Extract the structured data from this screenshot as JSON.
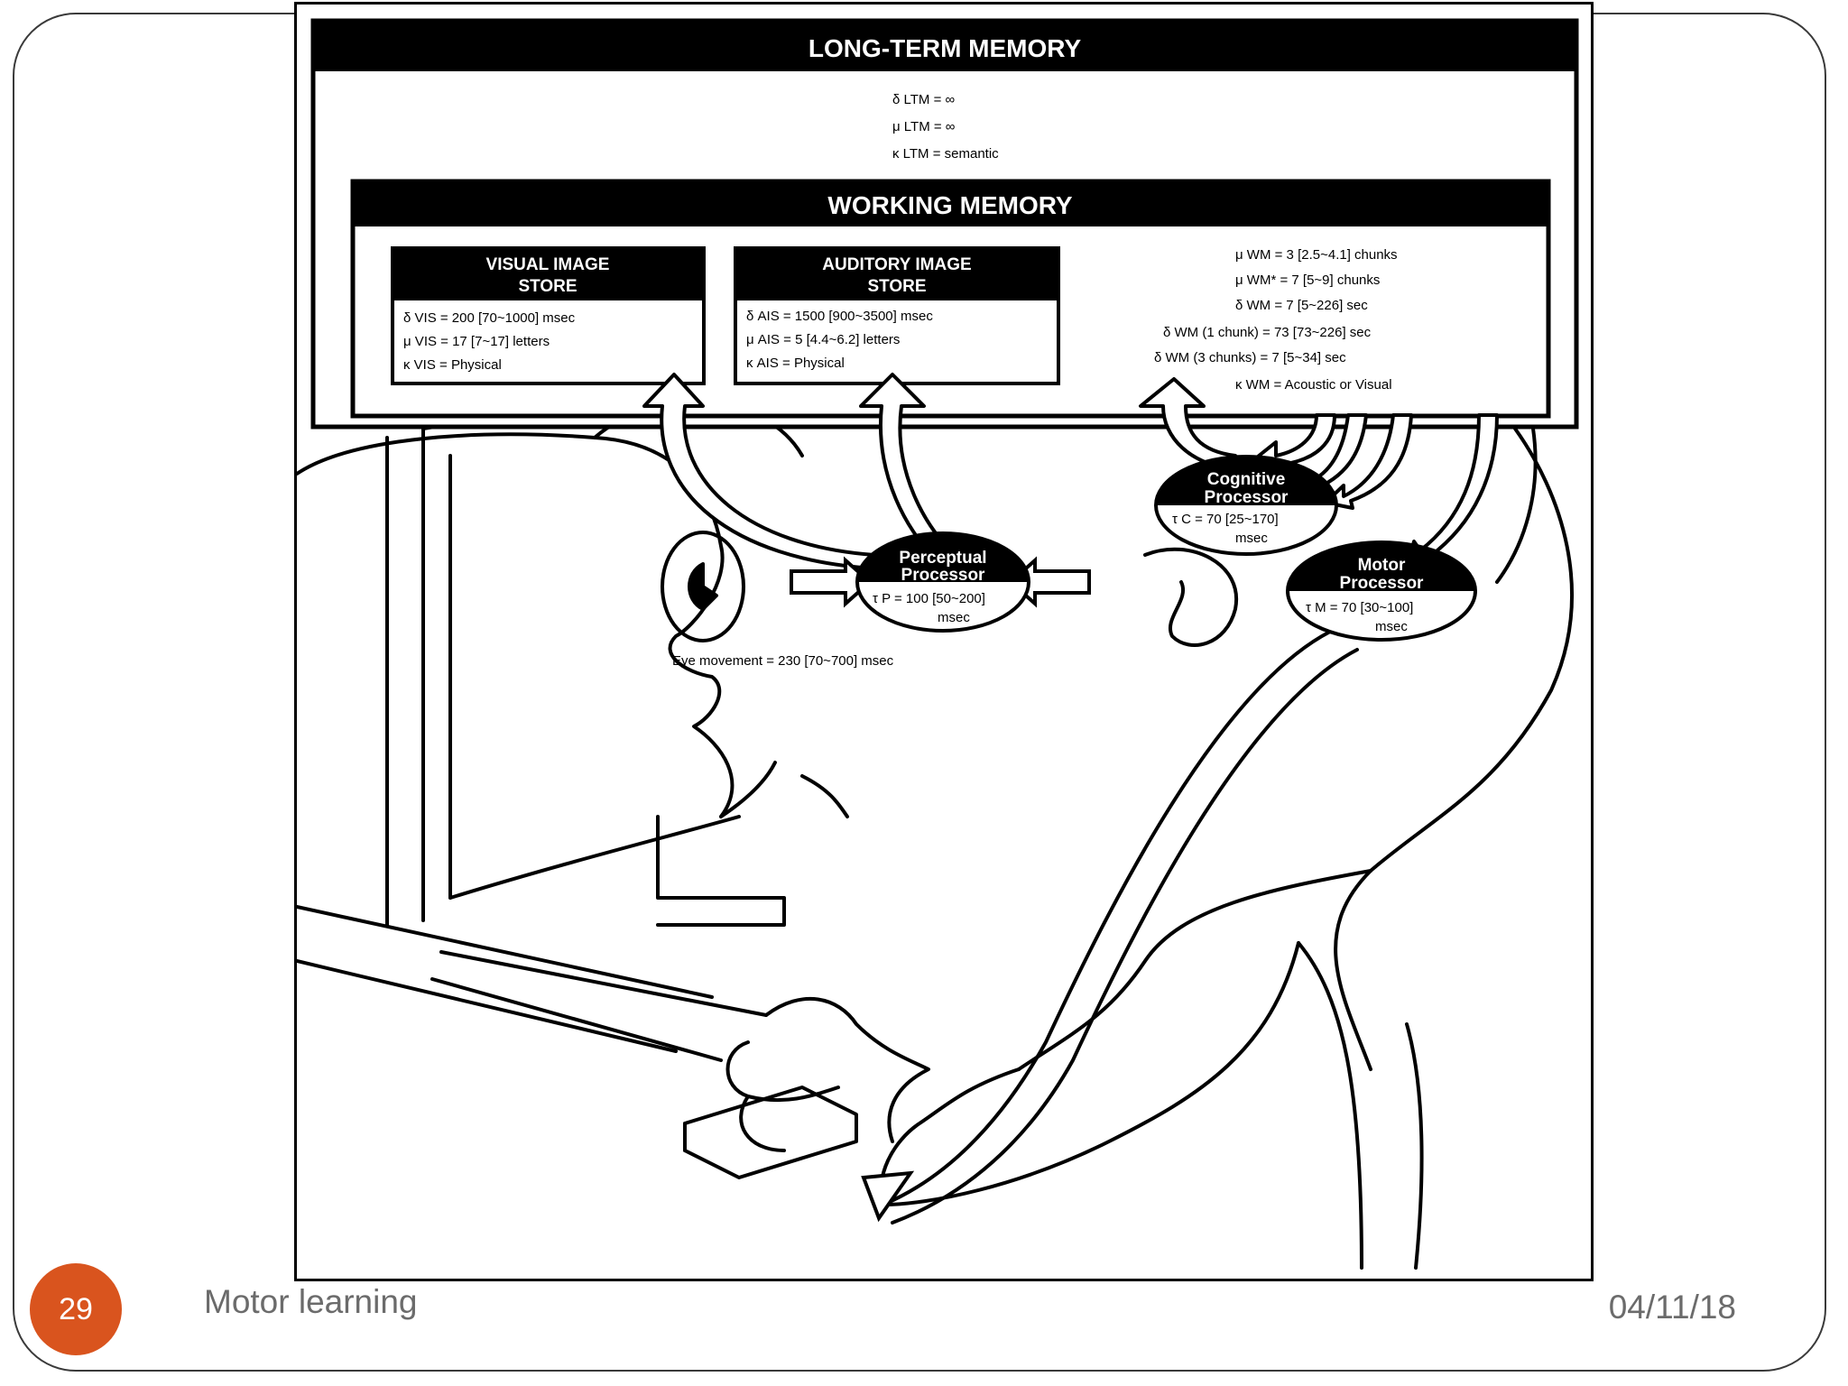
{
  "slide": {
    "number": "29",
    "title": "Motor learning",
    "date": "04/11/18",
    "accent_color": "#d9541e"
  },
  "diagram": {
    "ltm": {
      "title": "LONG-TERM MEMORY",
      "params": [
        "δ LTM = ∞",
        "μ LTM = ∞",
        "κ LTM = semantic"
      ]
    },
    "wm": {
      "title": "WORKING MEMORY",
      "params": [
        "μ WM = 3 [2.5~4.1] chunks",
        "μ WM* = 7 [5~9] chunks",
        "δ WM = 7 [5~226] sec",
        "δ WM (1 chunk) = 73 [73~226] sec",
        "δ WM (3 chunks) = 7 [5~34] sec",
        "κ WM = Acoustic or Visual"
      ]
    },
    "vis": {
      "title_line1": "VISUAL IMAGE",
      "title_line2": "STORE",
      "params": [
        "δ VIS = 200 [70~1000] msec",
        "μ VIS = 17 [7~17] letters",
        "κ VIS = Physical"
      ]
    },
    "ais": {
      "title_line1": "AUDITORY IMAGE",
      "title_line2": "STORE",
      "params": [
        "δ AIS = 1500 [900~3500] msec",
        "μ AIS = 5 [4.4~6.2] letters",
        "κ AIS = Physical"
      ]
    },
    "cognitive": {
      "line1": "Cognitive",
      "line2": "Processor",
      "param1": "τ C = 70 [25~170]",
      "param2": "msec"
    },
    "perceptual": {
      "line1": "Perceptual",
      "line2": "Processor",
      "param1": "τ P = 100 [50~200]",
      "param2": "msec"
    },
    "motor": {
      "line1": "Motor",
      "line2": "Processor",
      "param1": "τ M = 70 [30~100]",
      "param2": "msec"
    },
    "eye_movement": "Eye movement = 230 [70~700] msec"
  }
}
